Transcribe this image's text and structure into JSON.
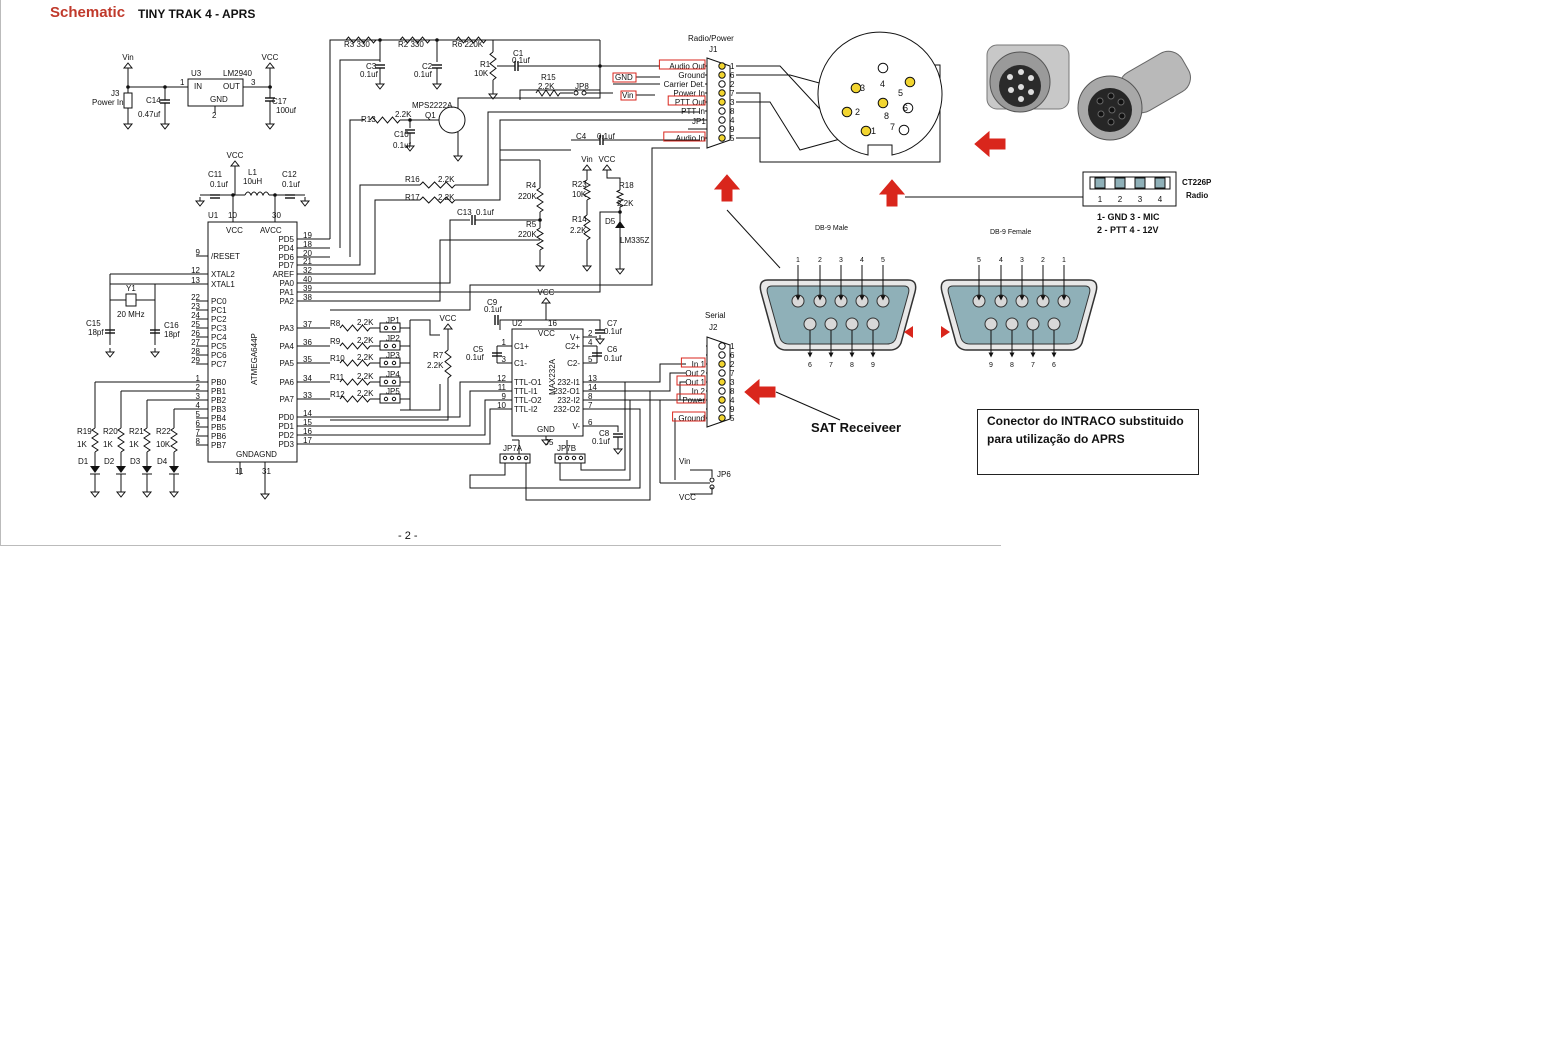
{
  "header": {
    "title": "Schematic",
    "subtitle": "TINY TRAK 4 - APRS"
  },
  "page_number": "- 2 -",
  "colors": {
    "accent_red": "#d9261c",
    "wire": "#111111",
    "connector_fill": "#8fb0b8",
    "pin_yellow": "#f2d530"
  },
  "regulator": {
    "ref": "U3",
    "part": "LM2940",
    "pin_in": "IN",
    "pin_out": "OUT",
    "pin_gnd": "GND",
    "pin1": "1",
    "pin3": "3",
    "pin2": "2",
    "vin": "Vin",
    "vcc": "VCC",
    "jack_ref": "J3",
    "jack_label": "Power In",
    "c14": "C14",
    "c14_val": "0.47uf",
    "c17": "C17",
    "c17_val": "100uf"
  },
  "mcu": {
    "ref": "U1",
    "part": "ATMEGA644P",
    "vcc": "VCC",
    "avcc": "AVCC",
    "gndagnd": "GNDAGND",
    "left_pins": [
      {
        "num": "9",
        "name": "/RESET"
      },
      {
        "num": "12",
        "name": "XTAL2"
      },
      {
        "num": "13",
        "name": "XTAL1"
      },
      {
        "num": "22",
        "name": "PC0"
      },
      {
        "num": "23",
        "name": "PC1"
      },
      {
        "num": "24",
        "name": "PC2"
      },
      {
        "num": "25",
        "name": "PC3"
      },
      {
        "num": "26",
        "name": "PC4"
      },
      {
        "num": "27",
        "name": "PC5"
      },
      {
        "num": "28",
        "name": "PC6"
      },
      {
        "num": "29",
        "name": "PC7"
      },
      {
        "num": "1",
        "name": "PB0"
      },
      {
        "num": "2",
        "name": "PB1"
      },
      {
        "num": "3",
        "name": "PB2"
      },
      {
        "num": "4",
        "name": "PB3"
      },
      {
        "num": "5",
        "name": "PB4"
      },
      {
        "num": "6",
        "name": "PB5"
      },
      {
        "num": "7",
        "name": "PB6"
      },
      {
        "num": "8",
        "name": "PB7"
      }
    ],
    "right_pins": [
      {
        "num": "19",
        "name": "PD5"
      },
      {
        "num": "18",
        "name": "PD4"
      },
      {
        "num": "20",
        "name": "PD6"
      },
      {
        "num": "21",
        "name": "PD7"
      },
      {
        "num": "32",
        "name": "AREF"
      },
      {
        "num": "40",
        "name": "PA0"
      },
      {
        "num": "39",
        "name": "PA1"
      },
      {
        "num": "38",
        "name": "PA2"
      },
      {
        "num": "37",
        "name": "PA3"
      },
      {
        "num": "36",
        "name": "PA4"
      },
      {
        "num": "35",
        "name": "PA5"
      },
      {
        "num": "34",
        "name": "PA6"
      },
      {
        "num": "33",
        "name": "PA7"
      },
      {
        "num": "14",
        "name": "PD0"
      },
      {
        "num": "15",
        "name": "PD1"
      },
      {
        "num": "16",
        "name": "PD2"
      },
      {
        "num": "17",
        "name": "PD3"
      }
    ],
    "pin10": "10",
    "pin30": "30",
    "pin11": "11",
    "pin31": "31"
  },
  "power_filter": {
    "vcc": "VCC",
    "l1": "L1",
    "l1_val": "10uH",
    "c11": "C11",
    "c11_val": "0.1uf",
    "c12": "C12",
    "c12_val": "0.1uf"
  },
  "crystal": {
    "ref": "Y1",
    "val": "20 MHz",
    "c15": "C15",
    "c15_val": "18pf",
    "c16": "C16",
    "c16_val": "18pf"
  },
  "leds": [
    {
      "r": "R19",
      "rv": "1K",
      "d": "D1"
    },
    {
      "r": "R20",
      "rv": "1K",
      "d": "D2"
    },
    {
      "r": "R21",
      "rv": "1K",
      "d": "D3"
    },
    {
      "r": "R22",
      "rv": "10K",
      "d": "D4"
    }
  ],
  "audio": {
    "r3": "R3 330",
    "r2": "R2 330",
    "r6": "R6 220K",
    "c1": "C1",
    "c1_val": "0.1uf",
    "c3": "C3",
    "c3_val": "0.1uf",
    "c2": "C2",
    "c2_val": "0.1uf",
    "r1": "R1",
    "r1_val": "10K",
    "r15": "R15",
    "r15_val": "2.2K",
    "jp8": "JP8",
    "transistor": "MPS2222A",
    "q1": "Q1",
    "r13": "R13",
    "r13_val": "2.2K",
    "c10": "C10",
    "c10_val": "0.1uf"
  },
  "analog": {
    "r16": "R16",
    "r16_val": "2.2K",
    "r17": "R17",
    "r17_val": "2.2K",
    "c13": "C13",
    "c13_val": "0.1uf",
    "r4": "R4",
    "r4_val": "220K",
    "r5": "R5",
    "r5_val": "220K",
    "c4": "C4",
    "c4_val": "0.1uf",
    "vin": "Vin",
    "vcc": "VCC",
    "r23": "R23",
    "r23_val": "10K",
    "r18": "R18",
    "r18_val": "2.2K",
    "d5": "D5",
    "r14": "R14",
    "r14_val": "2.2K",
    "sensor": "LM335Z"
  },
  "jumpers": {
    "rows": [
      {
        "r": "R8",
        "rv": "2.2K",
        "jp": "JP1"
      },
      {
        "r": "R9",
        "rv": "2.2K",
        "jp": "JP2"
      },
      {
        "r": "R10",
        "rv": "2.2K",
        "jp": "JP3"
      },
      {
        "r": "R11",
        "rv": "2.2K",
        "jp": "JP4"
      },
      {
        "r": "R12",
        "rv": "2.2K",
        "jp": "JP5"
      }
    ],
    "vcc": "VCC",
    "r7": "R7",
    "r7_val": "2.2K"
  },
  "max232": {
    "ref": "U2",
    "part": "MAX232A",
    "vcc": "VCC",
    "gnd": "GND",
    "pin16": "16",
    "left": [
      {
        "num": "1",
        "name": "C1+"
      },
      {
        "num": "3",
        "name": "C1-"
      },
      {
        "num": "12",
        "name": "TTL-O1"
      },
      {
        "num": "11",
        "name": "TTL-I1"
      },
      {
        "num": "9",
        "name": "TTL-O2"
      },
      {
        "num": "10",
        "name": "TTL-I2"
      }
    ],
    "right": [
      {
        "num": "2",
        "name": "V+"
      },
      {
        "num": "4",
        "name": "C2+"
      },
      {
        "num": "5",
        "name": "C2-"
      },
      {
        "num": "13",
        "name": "232-I1"
      },
      {
        "num": "14",
        "name": "232-O1"
      },
      {
        "num": "8",
        "name": "232-I2"
      },
      {
        "num": "7",
        "name": "232-O2"
      },
      {
        "num": "6",
        "name": "V-"
      }
    ],
    "c9": "C9",
    "c9_val": "0.1uf",
    "c7": "C7",
    "c7_val": "0.1uf",
    "c5": "C5",
    "c5_val": "0.1uf",
    "c6": "C6",
    "c6_val": "0.1uf",
    "c8": "C8",
    "c8_val": "0.1uf",
    "jp7a": "JP7A",
    "jp7b": "JP7B",
    "j5": "J5",
    "jp6": "JP6",
    "vin": "Vin"
  },
  "j1": {
    "title": "Radio/Power",
    "ref": "J1",
    "pins": [
      {
        "label": "Audio Out",
        "num": "1",
        "boxed": true
      },
      {
        "label": "Ground",
        "num": "6",
        "boxed": false
      },
      {
        "label": "Carrier Det.",
        "num": "2",
        "boxed": false
      },
      {
        "label": "Power In",
        "num": "7",
        "boxed": false
      },
      {
        "label": "PTT Out",
        "num": "3",
        "boxed": true
      },
      {
        "label": "PTT In",
        "num": "8",
        "boxed": false
      },
      {
        "label": "",
        "num": "4",
        "boxed": false
      },
      {
        "label": "",
        "num": "9",
        "boxed": false
      },
      {
        "label": "Audio In",
        "num": "5",
        "boxed": true
      }
    ],
    "gnd_tag": "GND",
    "vin_tag": "Vin",
    "jp1": "JP1"
  },
  "j2": {
    "title": "Serial",
    "ref": "J2",
    "pins": [
      {
        "label": "",
        "num": "1",
        "boxed": false
      },
      {
        "label": "",
        "num": "6",
        "boxed": false
      },
      {
        "label": "In 1",
        "num": "2",
        "boxed": true
      },
      {
        "label": "Out 2",
        "num": "7",
        "boxed": false
      },
      {
        "label": "Out 1",
        "num": "3",
        "boxed": true
      },
      {
        "label": "In 2",
        "num": "8",
        "boxed": false
      },
      {
        "label": "Power",
        "num": "4",
        "boxed": true
      },
      {
        "label": "",
        "num": "9",
        "boxed": false
      },
      {
        "label": "Ground",
        "num": "5",
        "boxed": true
      }
    ]
  },
  "din": {
    "pins": [
      "4",
      "3",
      "5",
      "2",
      "6",
      "8",
      "1",
      "7"
    ]
  },
  "ct226p": {
    "title": "CT226P",
    "subtitle": "Radio",
    "pins": [
      "1",
      "2",
      "3",
      "4"
    ],
    "legend1": "1- GND  3 - MIC",
    "legend2": "2 - PTT   4 - 12V"
  },
  "db9": {
    "male_label": "DB-9 Male",
    "female_label": "DB-9 Female",
    "male_top": [
      "1",
      "2",
      "3",
      "4",
      "5"
    ],
    "male_bottom": [
      "6",
      "7",
      "8",
      "9"
    ],
    "female_top": [
      "5",
      "4",
      "3",
      "2",
      "1"
    ],
    "female_bottom": [
      "9",
      "8",
      "7",
      "6"
    ]
  },
  "sat_label": "SAT Receiveer",
  "note": "Conector do INTRACO substituido para utilização do APRS"
}
